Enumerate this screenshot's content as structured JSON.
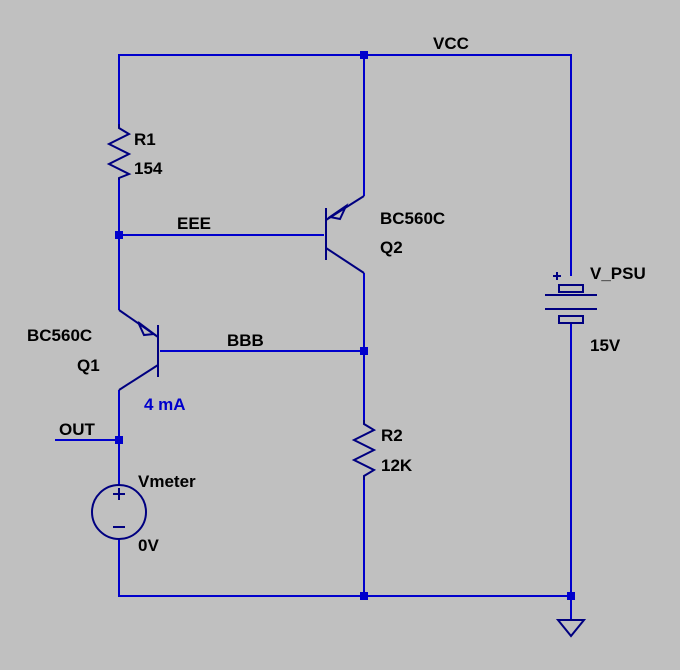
{
  "colors": {
    "background": "#c0c0c0",
    "wire": "#0000cc",
    "component": "#000080",
    "label_text": "#000000",
    "annotation_text": "#0000cc"
  },
  "nets": {
    "vcc": "VCC",
    "eee": "EEE",
    "bbb": "BBB",
    "out": "OUT"
  },
  "components": {
    "r1": {
      "name": "R1",
      "value": "154"
    },
    "r2": {
      "name": "R2",
      "value": "12K"
    },
    "q1": {
      "model": "BC560C",
      "name": "Q1"
    },
    "q2": {
      "model": "BC560C",
      "name": "Q2"
    },
    "vpsu": {
      "name": "V_PSU",
      "value": "15V"
    },
    "vmeter": {
      "name": "Vmeter",
      "value": "0V"
    }
  },
  "annotations": {
    "current": "4 mA"
  },
  "symbols": {
    "ground": "ground-icon",
    "battery": "battery-icon",
    "voltage_source": "voltage-source-icon",
    "resistor": "resistor-icon",
    "pnp_transistor": "pnp-transistor-icon"
  }
}
